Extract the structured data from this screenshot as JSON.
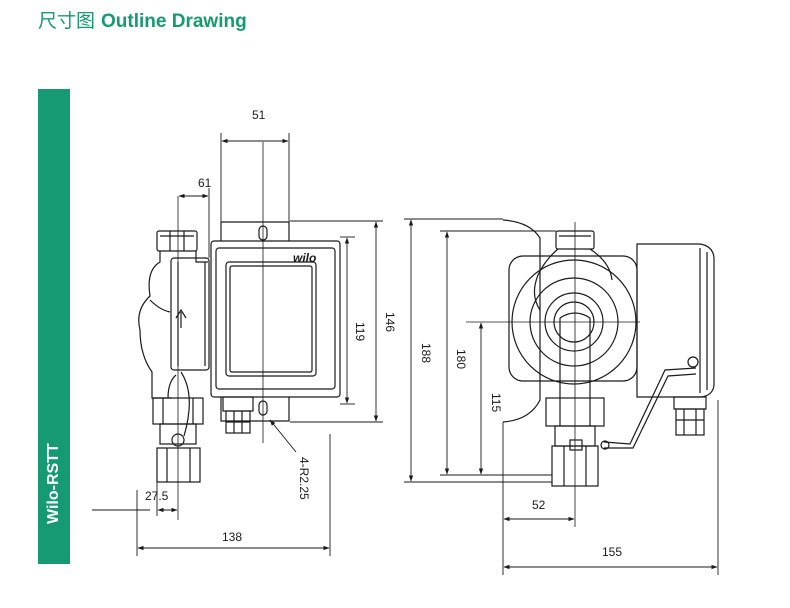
{
  "header": {
    "title_cn": "尺寸图",
    "title_en": "Outline Drawing"
  },
  "side": {
    "model_label": "Wilo-RSTT"
  },
  "drawing": {
    "front_view": {
      "brand_logo": "wilo",
      "dims": {
        "d51": "51",
        "d61": "61",
        "d119": "119",
        "d146": "146",
        "d27_5": "27.5",
        "d138": "138",
        "d4r": "4-R2.25"
      }
    },
    "side_view": {
      "dims": {
        "d188": "188",
        "d180": "180",
        "d115": "115",
        "d52": "52",
        "d155": "155"
      }
    }
  }
}
